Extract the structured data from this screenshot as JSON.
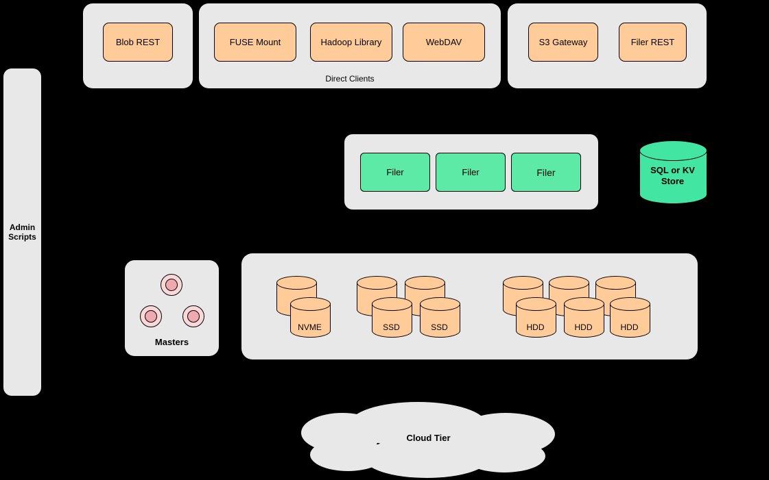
{
  "colors": {
    "background": "#000000",
    "container": "#e8e8e8",
    "client_node": "#ffcc99",
    "filer_node": "#5de9a6",
    "store_cylinder": "#42e5a2",
    "master_circle_outer": "#fad7d9",
    "master_circle_inner": "#efa9b1"
  },
  "admin": {
    "label": "Admin\nScripts"
  },
  "clients": {
    "blob_group": {
      "items": [
        {
          "label": "Blob REST"
        }
      ]
    },
    "direct_group": {
      "label": "Direct Clients",
      "items": [
        {
          "label": "FUSE Mount"
        },
        {
          "label": "Hadoop Library"
        },
        {
          "label": "WebDAV"
        }
      ]
    },
    "gateway_group": {
      "items": [
        {
          "label": "S3 Gateway"
        },
        {
          "label": "Filer REST"
        }
      ]
    }
  },
  "filers": {
    "items": [
      {
        "label": "Filer"
      },
      {
        "label": "Filer"
      },
      {
        "label": "Filer"
      }
    ]
  },
  "store": {
    "label": "SQL or KV Store"
  },
  "masters": {
    "label": "Masters"
  },
  "volumes": {
    "nvme": {
      "labels": [
        "NVME"
      ]
    },
    "ssd": {
      "labels": [
        "SSD",
        "SSD"
      ]
    },
    "hdd": {
      "labels": [
        "HDD",
        "HDD",
        "HDD"
      ]
    }
  },
  "cloud": {
    "label": "Cloud Tier"
  }
}
